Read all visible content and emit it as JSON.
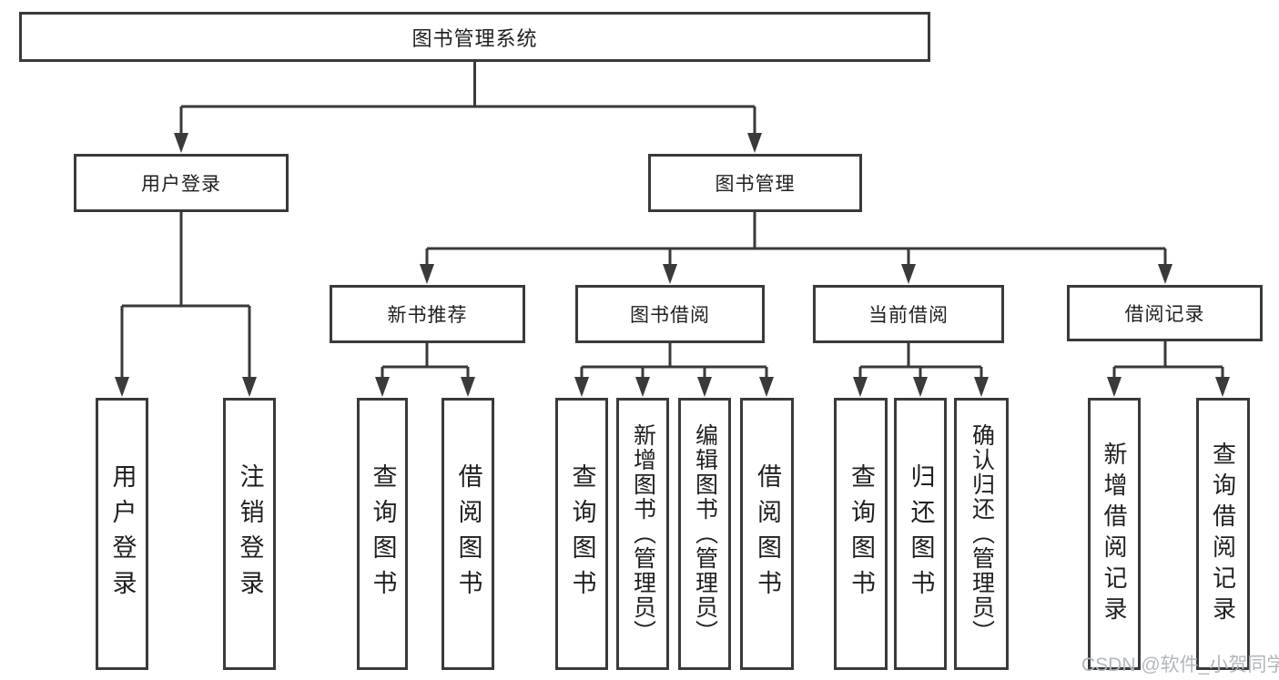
{
  "diagram": {
    "type": "tree",
    "title": "图书管理系统",
    "colors": {
      "line": "#3a3a3a",
      "text": "#1f1f1f",
      "box_bg": "#ffffff",
      "watermark": "#b2b7be"
    },
    "watermark": "CSDN @软件_小贺同学"
  },
  "nodes": {
    "root": {
      "label": "图书管理系统"
    },
    "user_login": {
      "label": "用户登录"
    },
    "book_mgmt": {
      "label": "图书管理"
    },
    "new_book": {
      "label": "新书推荐"
    },
    "book_borrow": {
      "label": "图书借阅"
    },
    "current_borrow": {
      "label": "当前借阅"
    },
    "borrow_record": {
      "label": "借阅记录"
    },
    "l_user_login": {
      "label": "用户登录"
    },
    "l_logout": {
      "label": "注销登录"
    },
    "l_query_books_1": {
      "label": "查询图书"
    },
    "l_borrow_books_1": {
      "label": "借阅图书"
    },
    "l_query_books_2": {
      "label": "查询图书"
    },
    "l_add_book": {
      "label": "新增图书（管理员）"
    },
    "l_edit_book": {
      "label": "编辑图书（管理员）"
    },
    "l_borrow_books_2": {
      "label": "借阅图书"
    },
    "l_query_books_3": {
      "label": "查询图书"
    },
    "l_return_book": {
      "label": "归还图书"
    },
    "l_confirm_return": {
      "label": "确认归还（管理员）"
    },
    "l_add_record": {
      "label": "新增借阅记录"
    },
    "l_query_record": {
      "label": "查询借阅记录"
    }
  },
  "hierarchy": {
    "图书管理系统": [
      "用户登录",
      "图书管理"
    ],
    "用户登录": [
      "用户登录",
      "注销登录"
    ],
    "图书管理": [
      "新书推荐",
      "图书借阅",
      "当前借阅",
      "借阅记录"
    ],
    "新书推荐": [
      "查询图书",
      "借阅图书"
    ],
    "图书借阅": [
      "查询图书",
      "新增图书（管理员）",
      "编辑图书（管理员）",
      "借阅图书"
    ],
    "当前借阅": [
      "查询图书",
      "归还图书",
      "确认归还（管理员）"
    ],
    "借阅记录": [
      "新增借阅记录",
      "查询借阅记录"
    ]
  }
}
